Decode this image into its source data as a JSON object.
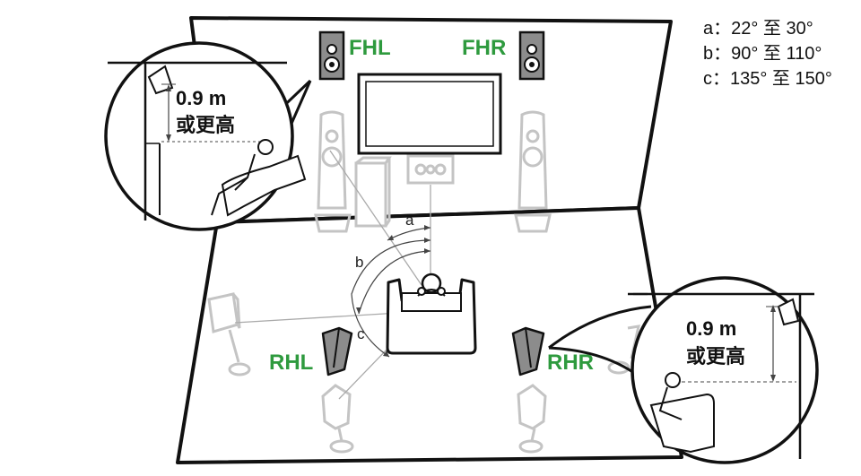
{
  "legend": {
    "a": "a：22° 至 30°",
    "b": "b：90° 至 110°",
    "c": "c：135° 至 150°"
  },
  "speakers": {
    "fhl": "FHL",
    "fhr": "FHR",
    "rhl": "RHL",
    "rhr": "RHR"
  },
  "angles": {
    "a": "a",
    "b": "b",
    "c": "c"
  },
  "height_note": {
    "value": "0.9 m",
    "qualifier": "或更高"
  },
  "colors": {
    "label_green": "#2e9a3e",
    "outline": "#111111",
    "ghost": "#c4c4c4",
    "speaker_gray": "#8c8c8c"
  }
}
